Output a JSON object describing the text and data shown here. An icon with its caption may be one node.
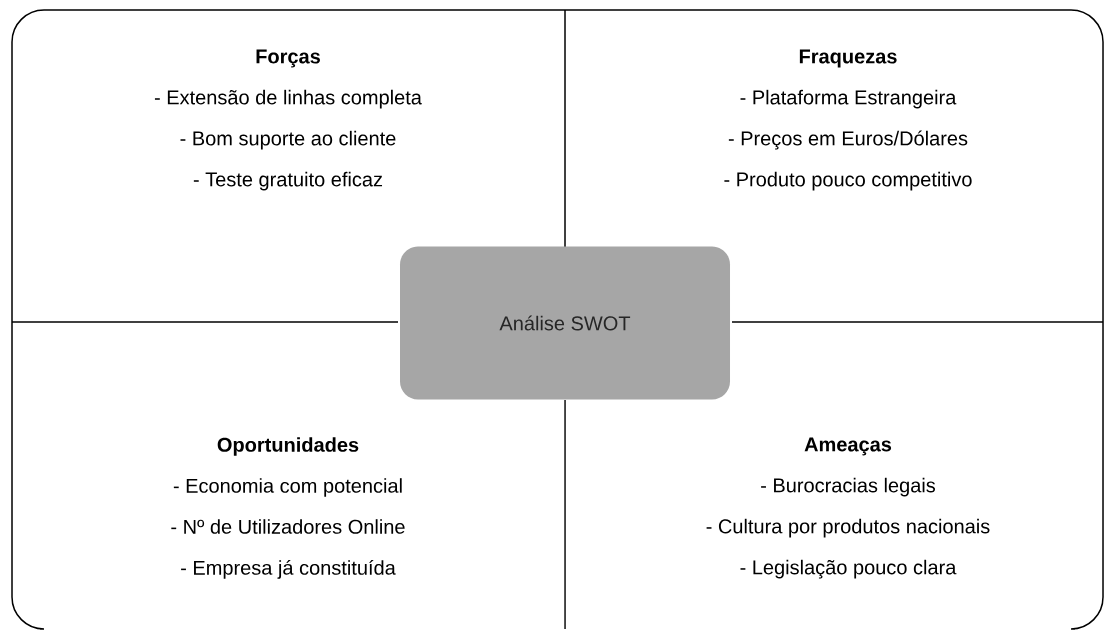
{
  "diagram": {
    "nodes": [
      {
        "text": [],
        "shape": "box"
      },
      {
        "text": [
          "Forças",
          "- Extensão de linhas completa",
          "- Bom suporte ao cliente",
          "- Teste gratuito eficaz"
        ],
        "in": 0
      },
      {
        "text": [
          "Fraquezas",
          "- Plataforma Estrangeira",
          "- Preços em Euros/Dólares",
          "- Produto pouco competitivo"
        ],
        "in": 0
      },
      {
        "text": [
          "Análise SWOT"
        ],
        "in": 0
      },
      {
        "text": [
          "Oportunidades",
          "- Economia com potencial",
          "- Nº de Utilizadores Online",
          "- Empresa já constituída"
        ],
        "in": 0
      },
      {
        "text": [
          "Ameaças",
          "- Burocracias legais",
          "- Cultura por produtos nacionais",
          "- Legislação pouco clara"
        ],
        "in": 0
      }
    ],
    "edges": []
  }
}
